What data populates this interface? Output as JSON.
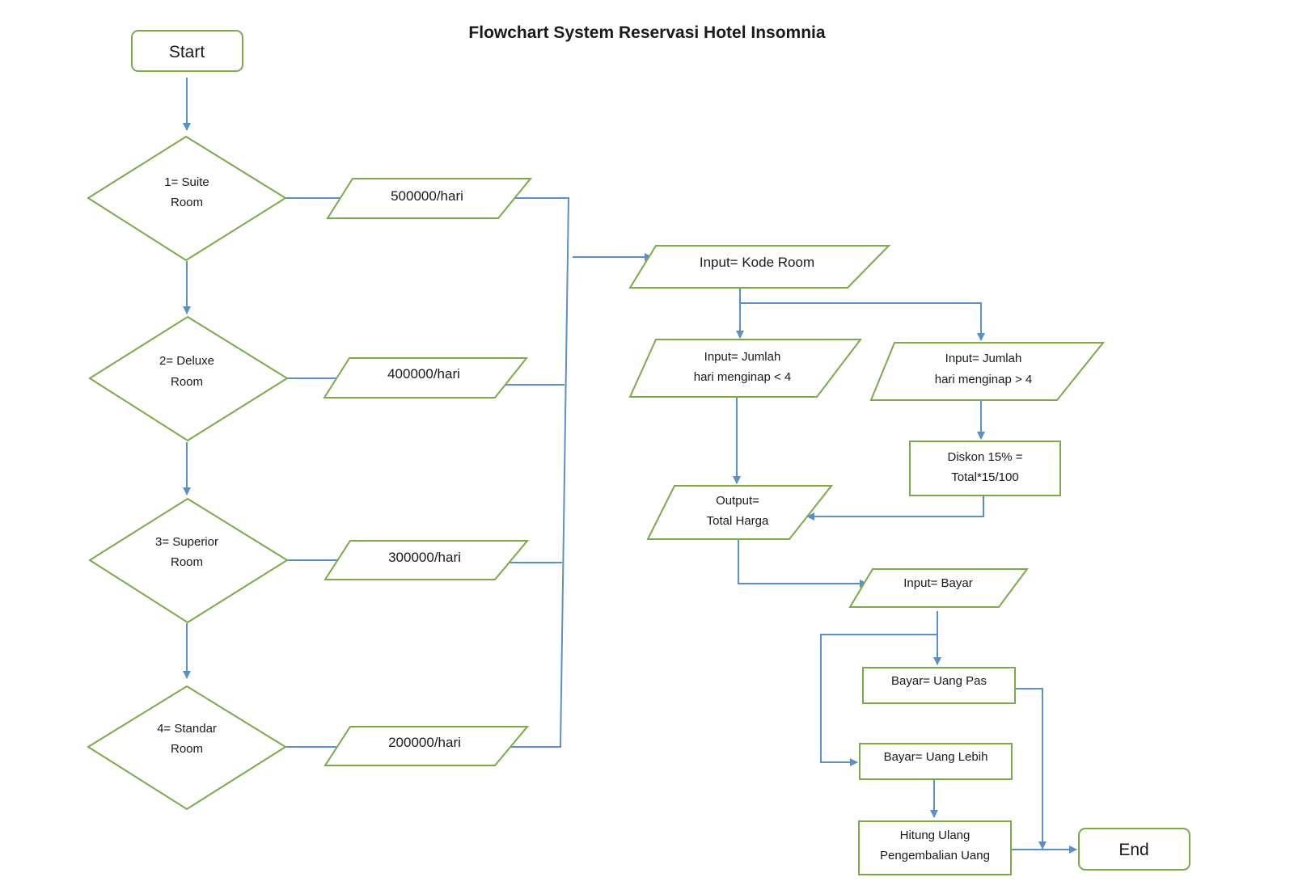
{
  "diagram": {
    "title": "Flowchart System Reservasi Hotel Insomnia",
    "terminals": {
      "start": "Start",
      "end": "End"
    },
    "room_decisions": [
      {
        "line1": "1= Suite",
        "line2": "Room"
      },
      {
        "line1": "2= Deluxe",
        "line2": "Room"
      },
      {
        "line1": "3= Superior",
        "line2": "Room"
      },
      {
        "line1": "4= Standar",
        "line2": "Room"
      }
    ],
    "prices": [
      "500000/hari",
      "400000/hari",
      "300000/hari",
      "200000/hari"
    ],
    "input_kode_room": "Input= Kode Room",
    "input_hari_kurang": {
      "line1": "Input= Jumlah",
      "line2": "hari menginap < 4"
    },
    "input_hari_lebih": {
      "line1": "Input= Jumlah",
      "line2": "hari menginap > 4"
    },
    "diskon": {
      "line1": "Diskon 15% =",
      "line2": "Total*15/100"
    },
    "output_total": {
      "line1": "Output=",
      "line2": "Total Harga"
    },
    "input_bayar": "Input= Bayar",
    "bayar_pas": "Bayar= Uang Pas",
    "bayar_lebih": "Bayar= Uang Lebih",
    "hitung_ulang": {
      "line1": "Hitung Ulang",
      "line2": "Pengembalian Uang"
    },
    "colors": {
      "shape_stroke": "#7aaa4a",
      "connector": "#5b8fc9"
    }
  }
}
